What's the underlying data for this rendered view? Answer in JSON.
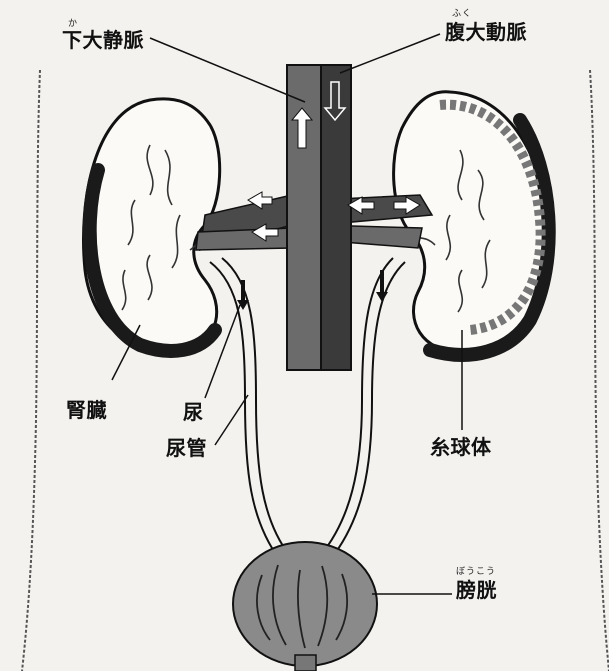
{
  "labels": {
    "ivc": "下大静脈",
    "aorta": "腹大動脈",
    "aorta_ruby": "ふく",
    "ivc_ruby": "か",
    "kidney": "腎臓",
    "urine": "尿",
    "ureter": "尿管",
    "glomerulus": "糸球体",
    "bladder": "膀胱",
    "bladder_ruby": "ぼうこう"
  },
  "colors": {
    "background": "#f4f2ee",
    "vessel": "#5a5a5a",
    "vessel_dark": "#333333",
    "line": "#111111"
  }
}
